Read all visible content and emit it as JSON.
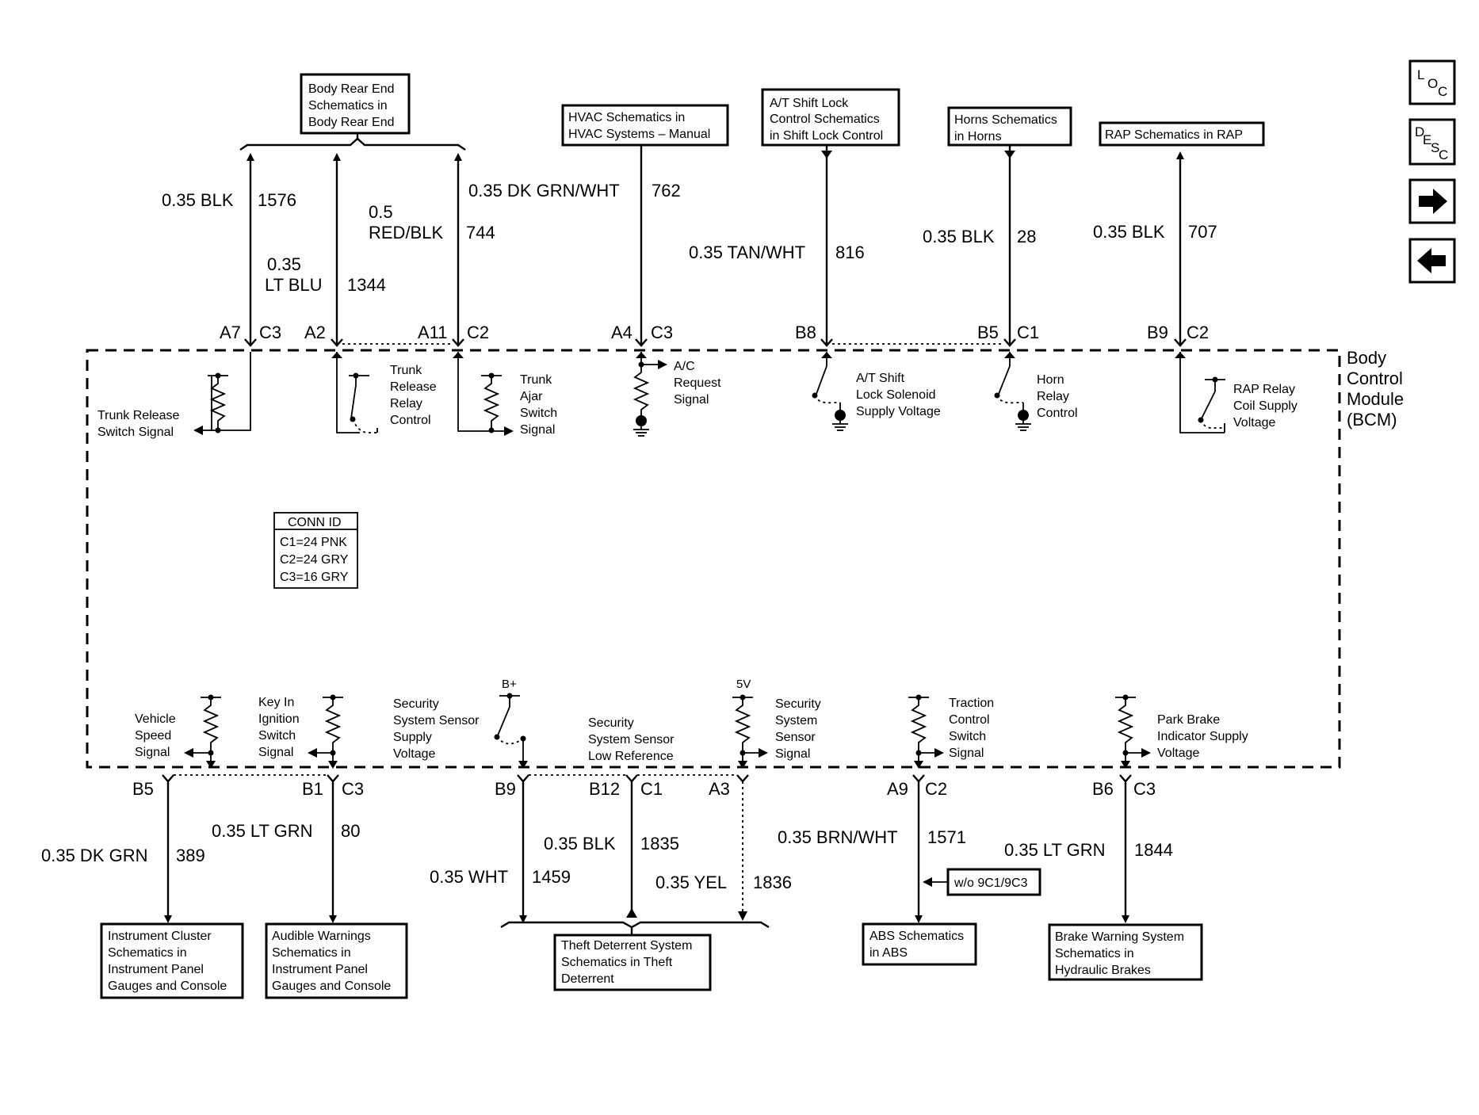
{
  "nav": {
    "loc": {
      "big": "L",
      "small": "O",
      "small2": "C"
    },
    "desc": {
      "big": "D",
      "small": "E",
      "small2": "S",
      "small3": "C"
    },
    "next_icon": "right-arrow-icon",
    "prev_icon": "left-arrow-icon"
  },
  "module": {
    "line1": "Body",
    "line2": "Control",
    "line3": "Module",
    "line4": "(BCM)"
  },
  "conn_id": {
    "title": "CONN ID",
    "c1": "C1=24 PNK",
    "c2": "C2=24 GRY",
    "c3": "C3=16 GRY"
  },
  "refs": {
    "body_rear": [
      "Body Rear End",
      "Schematics in",
      "Body Rear End"
    ],
    "hvac": [
      "HVAC Schematics in",
      "HVAC Systems – Manual"
    ],
    "shift_lock": [
      "A/T Shift Lock",
      "Control Schematics",
      "in Shift Lock Control"
    ],
    "horns": [
      "Horns Schematics",
      "in Horns"
    ],
    "rap": [
      "RAP Schematics in RAP"
    ],
    "cluster": [
      "Instrument Cluster",
      "Schematics in",
      "Instrument Panel",
      "Gauges and Console"
    ],
    "audible": [
      "Audible Warnings",
      "Schematics in",
      "Instrument Panel",
      "Gauges and Console"
    ],
    "theft": [
      "Theft Deterrent System",
      "Schematics in Theft",
      "Deterrent"
    ],
    "abs": [
      "ABS Schematics",
      "in ABS"
    ],
    "brake": [
      "Brake Warning System",
      "Schematics in",
      "Hydraulic Brakes"
    ],
    "option": [
      "w/o 9C1/9C3"
    ]
  },
  "top_circuits": [
    {
      "wire": "0.35 BLK",
      "circuit": "1576",
      "pin": "A7",
      "conn": "C3",
      "signal": [
        "Trunk Release",
        "Switch Signal"
      ]
    },
    {
      "wire1": "0.35",
      "wire2": "LT BLU",
      "circuit": "1344",
      "pin": "A2",
      "signal": [
        "Trunk",
        "Release",
        "Relay",
        "Control"
      ]
    },
    {
      "wire1": "0.5",
      "wire2": "RED/BLK",
      "circuit": "744",
      "pin": "A11",
      "conn": "C2",
      "signal": [
        "Trunk",
        "Ajar",
        "Switch",
        "Signal"
      ]
    },
    {
      "wire": "0.35 DK GRN/WHT",
      "circuit": "762",
      "pin": "A4",
      "conn": "C3",
      "signal": [
        "A/C",
        "Request",
        "Signal"
      ]
    },
    {
      "wire": "0.35 TAN/WHT",
      "circuit": "816",
      "pin": "B8",
      "signal": [
        "A/T Shift",
        "Lock Solenoid",
        "Supply Voltage"
      ]
    },
    {
      "wire": "0.35 BLK",
      "circuit": "28",
      "pin": "B5",
      "conn": "C1",
      "signal": [
        "Horn",
        "Relay",
        "Control"
      ]
    },
    {
      "wire": "0.35 BLK",
      "circuit": "707",
      "pin": "B9",
      "conn": "C2",
      "signal": [
        "RAP Relay",
        "Coil Supply",
        "Voltage"
      ]
    }
  ],
  "bottom_circuits": [
    {
      "wire": "0.35 DK GRN",
      "circuit": "389",
      "pin": "B5",
      "signal": [
        "Vehicle",
        "Speed",
        "Signal"
      ]
    },
    {
      "wire": "0.35 LT GRN",
      "circuit": "80",
      "pin": "B1",
      "conn": "C3",
      "signal": [
        "Key In",
        "Ignition",
        "Switch",
        "Signal"
      ]
    },
    {
      "wire": "0.35 WHT",
      "circuit": "1459",
      "pin": "B9",
      "supply": "B+",
      "signal": [
        "Security",
        "System Sensor",
        "Supply",
        "Voltage"
      ]
    },
    {
      "wire": "0.35 BLK",
      "circuit": "1835",
      "pin": "B12",
      "conn": "C1",
      "signal": [
        "Security",
        "System Sensor",
        "Low Reference"
      ]
    },
    {
      "wire": "0.35 YEL",
      "circuit": "1836",
      "pin": "A3",
      "supply": "5V",
      "signal": [
        "Security",
        "System",
        "Sensor",
        "Signal"
      ]
    },
    {
      "wire": "0.35 BRN/WHT",
      "circuit": "1571",
      "pin": "A9",
      "conn": "C2",
      "signal": [
        "Traction",
        "Control",
        "Switch",
        "Signal"
      ]
    },
    {
      "wire": "0.35 LT GRN",
      "circuit": "1844",
      "pin": "B6",
      "conn": "C3",
      "signal": [
        "Park Brake",
        "Indicator Supply",
        "Voltage"
      ]
    }
  ]
}
